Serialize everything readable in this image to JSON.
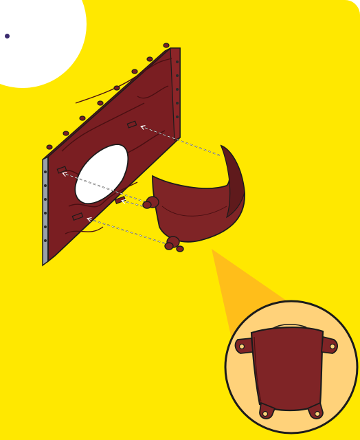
{
  "page": {
    "background_color": "#FFE800",
    "badge_color": "#FFFFFF",
    "step_indicator_color": "#3B2B6E"
  },
  "illustration": {
    "panel_color": "#7A1E22",
    "panel_dark_color": "#4A0F12",
    "edge_color": "#9AA0A8",
    "piece_color": "#7F2426",
    "zoom_circle_color": "#FFD27A",
    "zoom_beam_color": "#FFB61E",
    "arrows": [
      "insert-arrow-top",
      "insert-arrow-middle",
      "insert-arrow-bottom"
    ],
    "icon": "assembly-step-icon"
  }
}
